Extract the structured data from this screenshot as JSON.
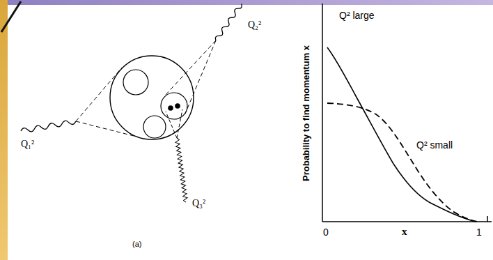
{
  "diagram": {
    "labels": [
      "Q₂²",
      "Q₁²",
      "Q₃²",
      "(a)",
      "Probability to find momentum x",
      "Q² large",
      "Q² small",
      "0",
      "x",
      "1"
    ]
  }
}
